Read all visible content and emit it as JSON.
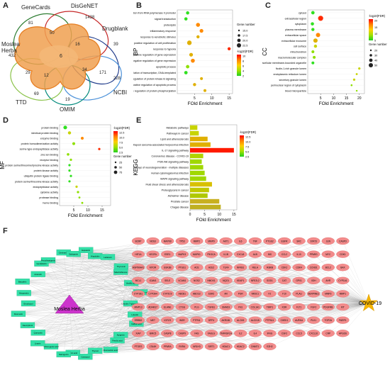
{
  "panels": {
    "A": "A",
    "B": "B",
    "C": "C",
    "D": "D",
    "E": "E",
    "F": "F"
  },
  "venn": {
    "sets": [
      {
        "name": "GeneCards",
        "color": "#2e7d32"
      },
      {
        "name": "DisGeNET",
        "color": "#c62828"
      },
      {
        "name": "Drugblank",
        "color": "#1e3a8a"
      },
      {
        "name": "NCBI",
        "color": "#4a90d9"
      },
      {
        "name": "OMIM",
        "color": "#00897b"
      },
      {
        "name": "TTD",
        "color": "#8bc34a"
      },
      {
        "name": "Moslea Herba",
        "color": "#e67e22"
      }
    ],
    "numbers": [
      "81",
      "1438",
      "39",
      "228",
      "171",
      "19",
      "69",
      "432",
      "6",
      "50",
      "16",
      "34",
      "12",
      "29"
    ]
  },
  "bp": {
    "axis_label": "BP",
    "xlabel": "FOld Enrichment",
    "xticks": [
      "5",
      "10",
      "15"
    ],
    "terms": [
      "positive regulation of transcription from RNA polymerase II promoter",
      "signal transduction",
      "proteolysis",
      "inflammatory response",
      "response to xenobiotic stimulus",
      "positive regulation of cell proliferation",
      "response to hypoxia",
      "positive regulation of gene expression",
      "negative regulation of gene expression",
      "apoptotic process",
      "positive regulation of transcription, DNA-templated",
      "positive regulation of protein kinase B signaling",
      "positive regulation of apoptotic process",
      "positive regulation of protein phosphorylation"
    ],
    "legend_size_title": "Gene number",
    "legend_sizes": [
      "15.0",
      "17.5",
      "20.0",
      "22.5"
    ],
    "legend_color_title": "-log10(FDR)",
    "legend_color_ticks": [
      "10",
      "8",
      "6",
      "4",
      "2"
    ]
  },
  "cc": {
    "axis_label": "CC",
    "xlabel": "FOld Enrichment",
    "xticks": [
      "5",
      "10",
      "15",
      "20"
    ],
    "terms": [
      "cytosol",
      "extracellular region",
      "cytoplasm",
      "plasma membrane",
      "extracellular space",
      "extracellular exosome",
      "cell surface",
      "mitochondrion",
      "macromolecular complex",
      "intracellular membrane-bounded organelle",
      "ficolin-1-rich granule lumen",
      "endoplasmic reticulum lumen",
      "secretory granule lumen",
      "perinuclear region of cytoplasm",
      "blood microparticle"
    ],
    "legend_color_title": "-log10(FDR)",
    "legend_color_ticks": [
      "20",
      "15",
      "10",
      "5"
    ],
    "legend_size_title": "Gene number",
    "legend_sizes": [
      "20",
      "30",
      "40",
      "50"
    ]
  },
  "mf": {
    "axis_label": "MF",
    "xlabel": "FOld Enrichment",
    "xticks": [
      "5",
      "10",
      "15"
    ],
    "terms": [
      "protein binding",
      "identical protein binding",
      "enzyme binding",
      "protein homodimerization activity",
      "serine-type endopeptidase activity",
      "zinc ion binding",
      "receptor binding",
      "protein serine/threonine/tyrosine kinase activity",
      "protein kinase activity",
      "ubiquitin protein ligase binding",
      "protein serine/threonine kinase activity",
      "endopeptidase activity",
      "cytokine activity",
      "protease binding",
      "heme binding"
    ],
    "legend_color_title": "-log10(FDR)",
    "legend_color_ticks": [
      "12.5",
      "10.0",
      "7.5",
      "5.0",
      "2.5"
    ],
    "legend_size_title": "Gene number",
    "legend_sizes": [
      "25",
      "50",
      "75"
    ]
  },
  "kegg": {
    "axis_label": "KEGG",
    "xlabel": "FOld Enrichment",
    "xticks": [
      "0",
      "5",
      "10",
      "15"
    ],
    "terms": [
      "Metabolic pathways",
      "Pathways in cancer",
      "Lipid and atherosclerosis",
      "Kaposi sarcoma-associated herpesvirus infection",
      "IL-17 signaling pathway",
      "Coronavirus disease - COVID-19",
      "PI3K-Akt signaling pathway",
      "Pathways of neurodegeneration - multiple diseases",
      "Human cytomegalovirus infection",
      "MAPK signaling pathway",
      "Fluid shear stress and atherosclerosis",
      "Proteoglycans in cancer",
      "Alzheimer disease",
      "Prostate cancer",
      "Chagas disease"
    ],
    "legend_color_title": "-log10(FDR)",
    "legend_color_ticks": [
      "12.5",
      "10.0",
      "7.5",
      "5.0",
      "2.5"
    ]
  },
  "network": {
    "herb": "Moslea Herba",
    "disease": "COVID-19",
    "compounds": [
      "Luteolin 7-glucoside",
      "Luteolin",
      "Caffeic acid",
      "Apigenin",
      "Ferulic acid",
      "Rosmarinic acid",
      "Thymol",
      "Carvacrol",
      "Citric acid",
      "Naringenin",
      "Chlorogenic acid",
      "Linarin",
      "Quercetin",
      "Kaempferol",
      "Diosmetin",
      "Eriodictyol",
      "Hesperetin",
      "Baicalein",
      "Acacetin",
      "Genkwanin",
      "Pectolinarigenin",
      "Cirsimaritin",
      "Salvigenin",
      "Eupatorin",
      "Hispidulin",
      "Ladanein",
      "Thymonin",
      "Sideritoflavone",
      "Vanillic acid",
      "Protocatechuic acid"
    ],
    "targets": [
      "BCRP",
      "NOS3",
      "MAPK8",
      "TP53",
      "MMP2",
      "MMP9",
      "AKT1",
      "IL6",
      "TNF",
      "PTGS2",
      "EGFR",
      "SRC",
      "STAT3",
      "JUN",
      "CASP3",
      "HIF1A",
      "VEGFA",
      "ESR1",
      "MAPK3",
      "MAPK1",
      "PIK3CA",
      "IL1B",
      "CXCL8",
      "ALB",
      "INS",
      "CCL2",
      "IL10",
      "PPARG",
      "MYC",
      "CDK1",
      "HSP90AA1",
      "MTOR",
      "GSK3B",
      "PTGS1",
      "ACE",
      "ACE2",
      "TLR4",
      "NFKB1",
      "RELA",
      "IKBKB",
      "CDK2",
      "CDK4",
      "CCND1",
      "BCL2",
      "BAX",
      "MCL1",
      "ICAM1",
      "SELE",
      "VCAM1",
      "NOS2",
      "HMOX1",
      "NQO1",
      "KEAP1",
      "NFE2L2",
      "SOD1",
      "CAT",
      "GPX1",
      "XDH",
      "AHR",
      "CYP1A1",
      "CYP1B1",
      "CYP3A4",
      "CYP2C9",
      "ABCB1",
      "ABCG2",
      "ESR2",
      "AR",
      "PGR",
      "NR3C1",
      "F2",
      "F10",
      "PLAU",
      "SERPINE1",
      "MMP3",
      "MMP1",
      "MMP13",
      "ADAM17",
      "ELANE",
      "CTSG",
      "PLG",
      "TGFB1",
      "SMAD3",
      "FN1",
      "COL1A1",
      "TIMP1",
      "KDR",
      "FLT1",
      "FGF2",
      "PDGFRB",
      "KIT",
      "ERBB2",
      "MET",
      "IGF1R",
      "INSR",
      "PTPN1",
      "DPP4",
      "AKR1B1",
      "ALOX5",
      "ALOX15",
      "PTPN11",
      "CHEK1",
      "AURKA",
      "PLK1",
      "TOP2A",
      "PARP1",
      "XIAP",
      "BIRC5",
      "CASP8",
      "CASP9",
      "FAS",
      "FASLG",
      "TNFRSF1A",
      "IL2",
      "IL4",
      "IFNG",
      "CSF2",
      "CCL5",
      "CXCL10",
      "CRP",
      "HPGDS",
      "PTGES",
      "LTA4H",
      "PPARA",
      "RXRA",
      "NR1H3",
      "SIRT1",
      "HDAC1",
      "HDAC2",
      "DNMT1",
      "EZH2"
    ]
  }
}
